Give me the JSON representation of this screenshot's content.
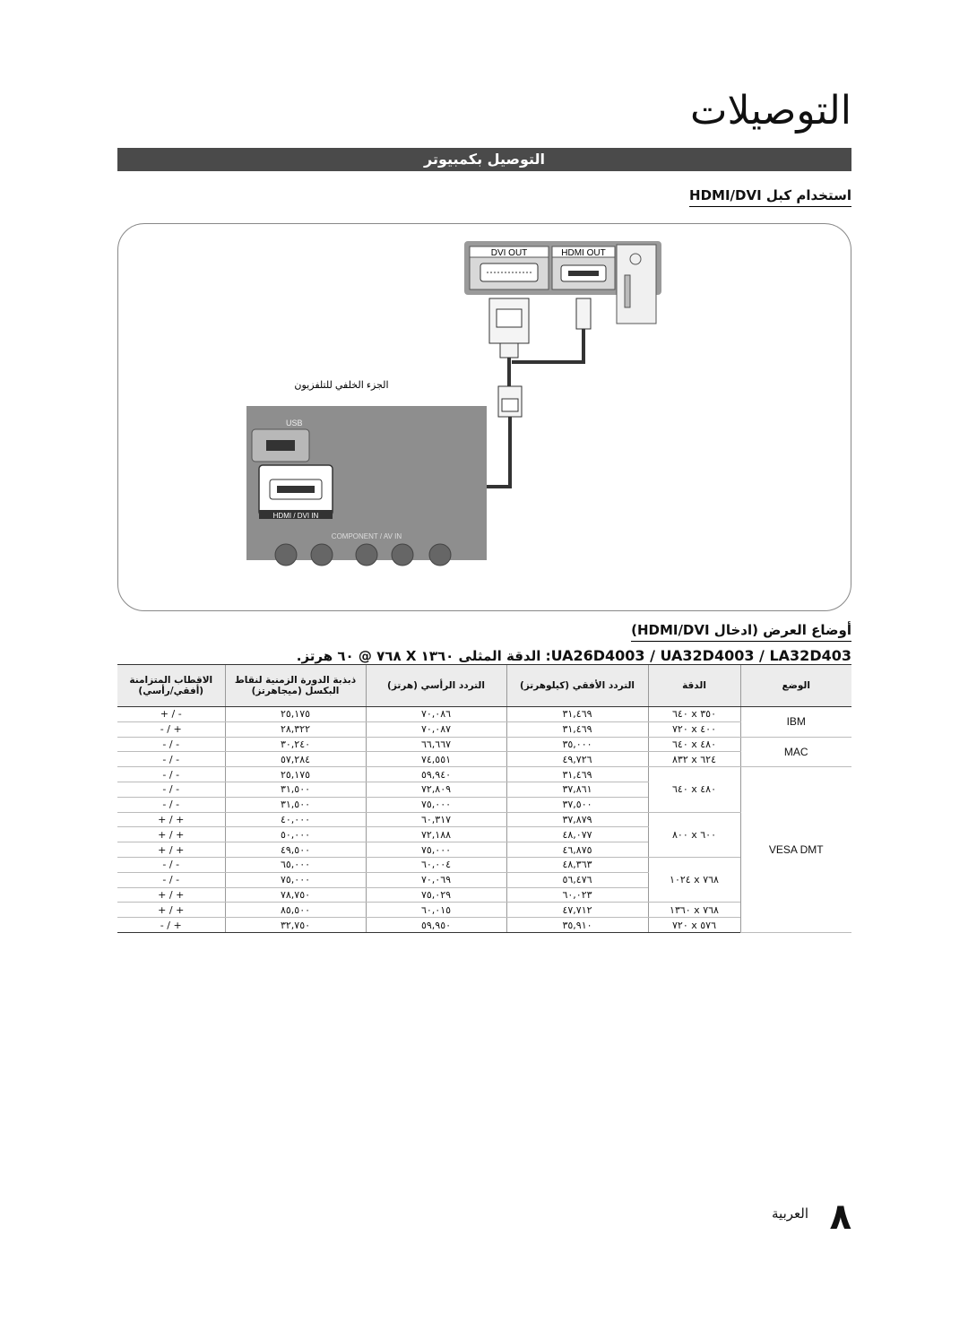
{
  "page": {
    "title": "التوصيلات",
    "section_bar": "التوصيل بكمبيوتر",
    "subheading": "استخدام كبل HDMI/DVI",
    "heading2": "أوضاع العرض (ادخال HDMI/DVI)",
    "model_line_prefix": "UA26D4003 / UA32D4003 / LA32D403",
    "model_line_suffix": ": الدقة المثلى ١٣٦٠ X ٧٦٨ @ ٦٠ هرتز.",
    "page_number": "٨",
    "page_label": "العربية"
  },
  "diagram": {
    "dvi_out": "DVI OUT",
    "hdmi_out": "HDMI OUT",
    "rear_panel_label": "الجزء الخلفي للتلفزيون",
    "usb_label": "USB",
    "hdmi_dvi_in": "HDMI / DVI IN",
    "component_label": "COMPONENT / AV IN"
  },
  "table": {
    "headers": [
      "الوضع",
      "الدقة",
      "التردد الأفقي (كيلوهرتز)",
      "التردد الرأسي (هرتز)",
      "ذبذبة الدورة الزمنية لنقاط البكسل (ميجاهرتز)",
      "الاقطاب المتزامنة (أفقي/رأسي)"
    ],
    "groups": [
      {
        "mode": "IBM",
        "rows": [
          {
            "res": "٦٤٠ x ٣٥٠",
            "h": "٣١,٤٦٩",
            "v": "٧٠,٠٨٦",
            "clk": "٢٥,١٧٥",
            "pol": "+ / -"
          },
          {
            "res": "٧٢٠ x ٤٠٠",
            "h": "٣١,٤٦٩",
            "v": "٧٠,٠٨٧",
            "clk": "٢٨,٣٢٢",
            "pol": "- / +"
          }
        ]
      },
      {
        "mode": "MAC",
        "rows": [
          {
            "res": "٦٤٠ x ٤٨٠",
            "h": "٣٥,٠٠٠",
            "v": "٦٦,٦٦٧",
            "clk": "٣٠,٢٤٠",
            "pol": "- / -"
          },
          {
            "res": "٨٣٢ x ٦٢٤",
            "h": "٤٩,٧٢٦",
            "v": "٧٤,٥٥١",
            "clk": "٥٧,٢٨٤",
            "pol": "- / -"
          }
        ]
      },
      {
        "mode": "VESA DMT",
        "rows": [
          {
            "res": "",
            "h": "٣١,٤٦٩",
            "v": "٥٩,٩٤٠",
            "clk": "٢٥,١٧٥",
            "pol": "- / -"
          },
          {
            "res": "٦٤٠ x ٤٨٠",
            "h": "٣٧,٨٦١",
            "v": "٧٢,٨٠٩",
            "clk": "٣١,٥٠٠",
            "pol": "- / -"
          },
          {
            "res": "",
            "h": "٣٧,٥٠٠",
            "v": "٧٥,٠٠٠",
            "clk": "٣١,٥٠٠",
            "pol": "- / -"
          },
          {
            "res": "",
            "h": "٣٧,٨٧٩",
            "v": "٦٠,٣١٧",
            "clk": "٤٠,٠٠٠",
            "pol": "+ / +"
          },
          {
            "res": "٨٠٠ x ٦٠٠",
            "h": "٤٨,٠٧٧",
            "v": "٧٢,١٨٨",
            "clk": "٥٠,٠٠٠",
            "pol": "+ / +"
          },
          {
            "res": "",
            "h": "٤٦,٨٧٥",
            "v": "٧٥,٠٠٠",
            "clk": "٤٩,٥٠٠",
            "pol": "+ / +"
          },
          {
            "res": "",
            "h": "٤٨,٣٦٣",
            "v": "٦٠,٠٠٤",
            "clk": "٦٥,٠٠٠",
            "pol": "- / -"
          },
          {
            "res": "١٠٢٤ x ٧٦٨",
            "h": "٥٦,٤٧٦",
            "v": "٧٠,٠٦٩",
            "clk": "٧٥,٠٠٠",
            "pol": "- / -"
          },
          {
            "res": "",
            "h": "٦٠,٠٢٣",
            "v": "٧٥,٠٢٩",
            "clk": "٧٨,٧٥٠",
            "pol": "+ / +"
          },
          {
            "res": "١٣٦٠ x ٧٦٨",
            "h": "٤٧,٧١٢",
            "v": "٦٠,٠١٥",
            "clk": "٨٥,٥٠٠",
            "pol": "+ / +"
          },
          {
            "res": "٧٢٠ x ٥٧٦",
            "h": "٣٥,٩١٠",
            "v": "٥٩,٩٥٠",
            "clk": "٣٢,٧٥٠",
            "pol": "- / +"
          }
        ]
      }
    ]
  }
}
